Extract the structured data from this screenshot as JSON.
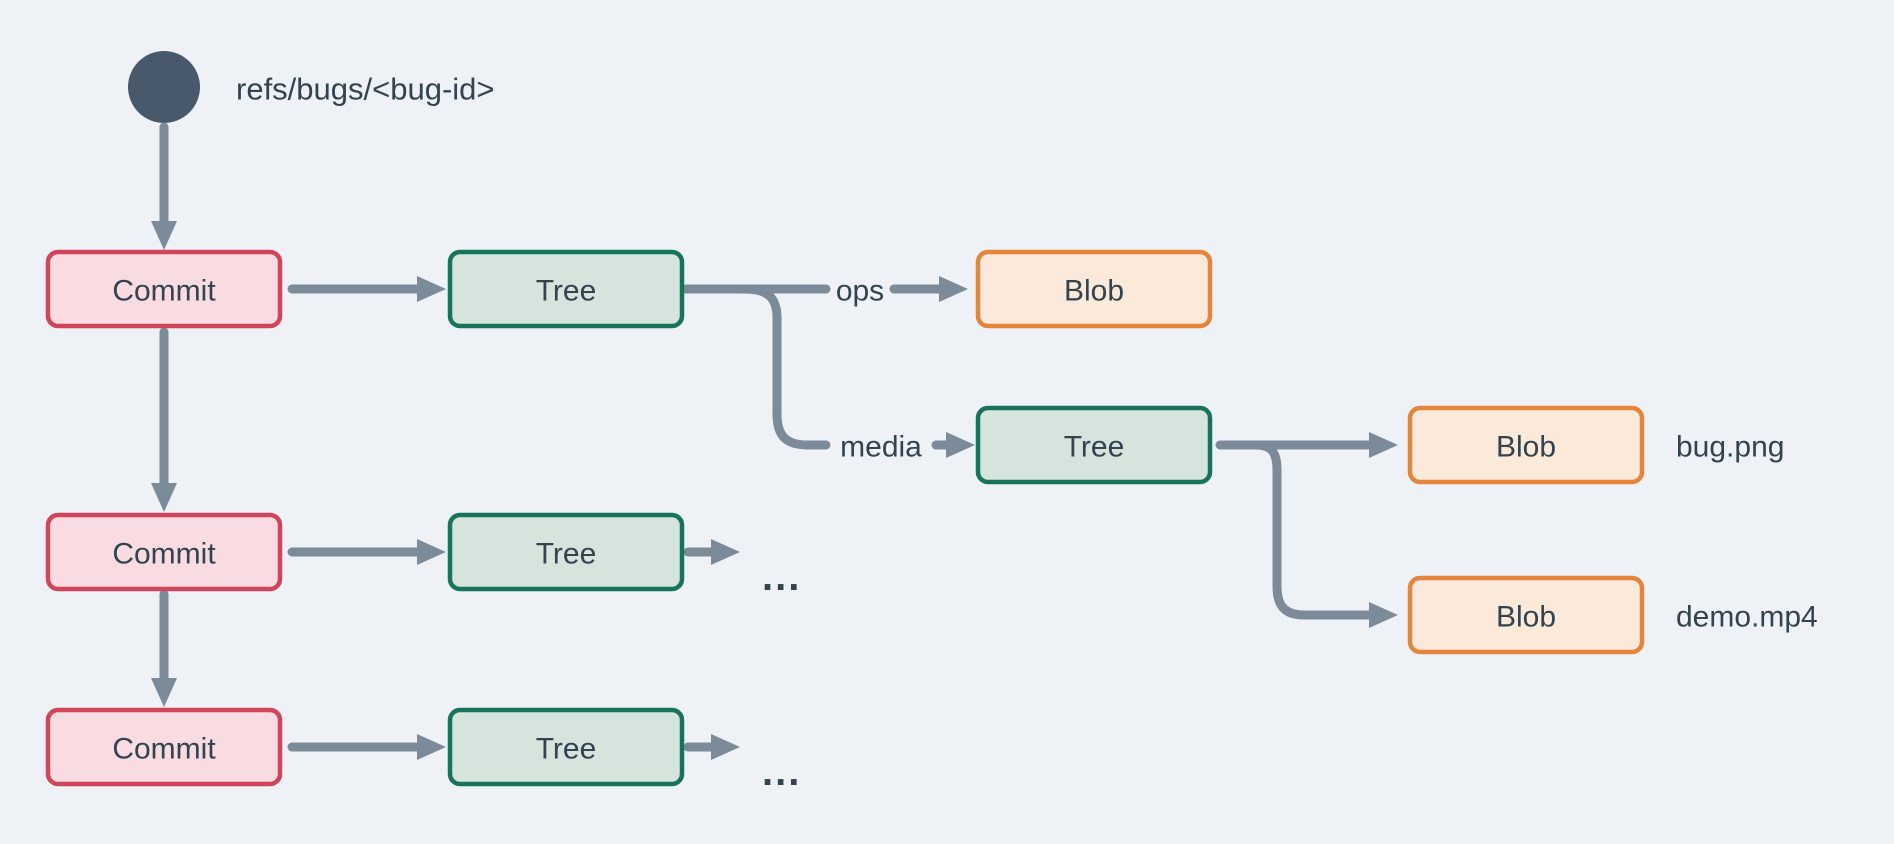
{
  "diagram": {
    "ref": {
      "label": "refs/bugs/<bug-id>"
    },
    "nodes": {
      "commit1": {
        "label": "Commit",
        "type": "commit"
      },
      "commit2": {
        "label": "Commit",
        "type": "commit"
      },
      "commit3": {
        "label": "Commit",
        "type": "commit"
      },
      "tree1": {
        "label": "Tree",
        "type": "tree"
      },
      "tree2": {
        "label": "Tree",
        "type": "tree"
      },
      "tree3": {
        "label": "Tree",
        "type": "tree"
      },
      "tree4": {
        "label": "Tree",
        "type": "tree"
      },
      "blob_ops": {
        "label": "Blob",
        "type": "blob"
      },
      "blob_bug": {
        "label": "Blob",
        "type": "blob"
      },
      "blob_demo": {
        "label": "Blob",
        "type": "blob"
      }
    },
    "edge_labels": {
      "ops": "ops",
      "media": "media"
    },
    "file_labels": {
      "bug_png": "bug.png",
      "demo_mp4": "demo.mp4"
    },
    "ellipsis": {
      "row2": "...",
      "row3": "..."
    }
  },
  "colors": {
    "background": "#eef2f6",
    "arrow": "#7b8b99",
    "ref_dot": "#48596b",
    "text": "#33434f",
    "commit_fill": "#f8dce1",
    "commit_border": "#d1455a",
    "tree_fill": "#d5e4dd",
    "tree_border": "#17745a",
    "blob_fill": "#fbe9d9",
    "blob_border": "#e5843c"
  }
}
